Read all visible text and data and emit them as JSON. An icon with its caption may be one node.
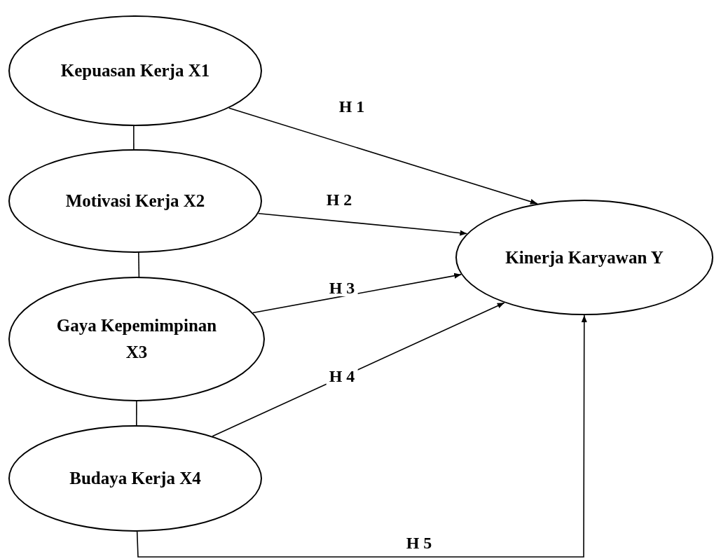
{
  "diagram": {
    "nodes": [
      {
        "text": [
          "Kepuasan Kerja X1"
        ]
      },
      {
        "text": [
          "Motivasi Kerja X2"
        ]
      },
      {
        "text": [
          "Gaya Kepemimpinan X3"
        ]
      },
      {
        "text": [
          "Budaya Kerja X4"
        ]
      },
      {
        "text": [
          "Kinerja Karyawan Y"
        ]
      }
    ],
    "edges": [
      {
        "from": 0,
        "to": 1,
        "arrow": "none"
      },
      {
        "from": 1,
        "to": 2,
        "arrow": "none"
      },
      {
        "from": 2,
        "to": 3,
        "arrow": "none"
      },
      {
        "from": 0,
        "to": 4,
        "arrow": "to",
        "label": "H 1"
      },
      {
        "from": 1,
        "to": 4,
        "arrow": "to",
        "label": "H 2"
      },
      {
        "from": 2,
        "to": 4,
        "arrow": "to",
        "label": "H 3"
      },
      {
        "from": 3,
        "to": 4,
        "arrow": "to",
        "label": "H 4"
      },
      {
        "from": 3,
        "to": 4,
        "arrow": "to",
        "label": "H 5"
      }
    ]
  }
}
